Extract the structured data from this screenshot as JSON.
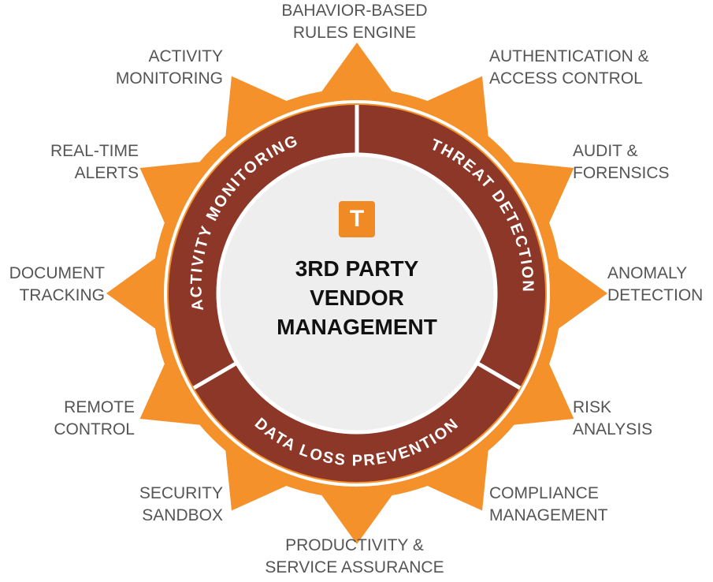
{
  "center": {
    "logo_letter": "T",
    "title_lines": [
      "3RD PARTY",
      "VENDOR",
      "MANAGEMENT"
    ]
  },
  "ring": {
    "segments": [
      {
        "label": "ACTIVITY MONITORING"
      },
      {
        "label": "THREAT DETECTION"
      },
      {
        "label": "DATA LOSS PREVENTION"
      }
    ]
  },
  "outer_labels": [
    {
      "lines": [
        "BAHAVIOR-BASED",
        "RULES ENGINE"
      ]
    },
    {
      "lines": [
        "AUTHENTICATION &",
        "ACCESS CONTROL"
      ]
    },
    {
      "lines": [
        "AUDIT &",
        "FORENSICS"
      ]
    },
    {
      "lines": [
        "ANOMALY",
        "DETECTION"
      ]
    },
    {
      "lines": [
        "RISK",
        "ANALYSIS"
      ]
    },
    {
      "lines": [
        "COMPLIANCE",
        "MANAGEMENT"
      ]
    },
    {
      "lines": [
        "PRODUCTIVITY &",
        "SERVICE ASSURANCE"
      ]
    },
    {
      "lines": [
        "SECURITY",
        "SANDBOX"
      ]
    },
    {
      "lines": [
        "REMOTE",
        "CONTROL"
      ]
    },
    {
      "lines": [
        "DOCUMENT",
        "TRACKING"
      ]
    },
    {
      "lines": [
        "REAL-TIME",
        "ALERTS"
      ]
    },
    {
      "lines": [
        "ACTIVITY",
        "MONITORING"
      ]
    }
  ],
  "colors": {
    "gear_orange": "#f5912a",
    "ring_brown": "#8c3727",
    "inner_circle": "#eeeeee",
    "divider_white": "#ffffff",
    "label_gray": "#555555",
    "logo_orange": "#f08a24"
  }
}
